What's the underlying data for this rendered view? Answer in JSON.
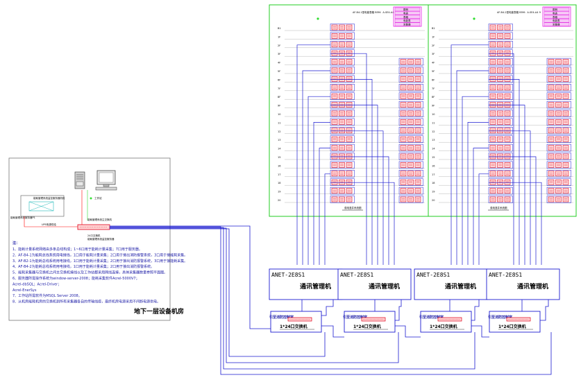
{
  "notes": {
    "heading": "注：",
    "lines": [
      "1、能耗计量系统网络由多条总线构成；1~6口用于能耗计量采集；7口用于服务器。",
      "2、AF-B4-1为能耗总线系统用电接线，1口用于能耗计量采集；2口用于接出消防报警系统，3口用于接能耗采集。",
      "3、AF-B2-1为能耗总线系统用电接线，1口用于能耗计量采集；2口用于接出消防报警系统，3口用于接能耗采集。",
      "4、AF-B4-2为能耗总线系统用电接线，1口用于能耗计量采集；2口用于接出消防报警系统。",
      "5、能耗采集器与交换机之间主交换机接线以及工作站都采用网线连接，具体采集器数量参照平面图。",
      "6、服务器所需操作系统为window-server-2008；能耗采集软件Acrel-5000V7；",
      "Acrel-dbSQL；Acrel-Driver；",
      "Acrel-EnerSys",
      "7、工作站所需软件为MSQL Server 2008。",
      "8、从机房能耗机房的交换机到所有采集器各自的传输线缆，最终机房电源采用不间断电源供电。"
    ]
  },
  "room_caption": "地下一层设备机房",
  "server_caption": "工作站",
  "workstation_caption": "能耗管理系统监控服务",
  "monitor_caption": "能耗管理系统监控服务器",
  "switch_caption": "24口交换机",
  "switch_caption2": "能耗管理系统主交换机",
  "router_tag": "UPS电源供给",
  "left_tag1": "能耗管理系统监控服务器机柜",
  "left_tag2": "能耗管理系统服务器P1",
  "gateways": [
    {
      "model": "ANET-2E8S1",
      "name": "通讯管理机"
    },
    {
      "model": "ANET-2E8S1",
      "name": "通讯管理机"
    },
    {
      "model": "ANET-2E8S1",
      "name": "通讯管理机"
    },
    {
      "model": "ANET-2E8S1",
      "name": "通讯管理机"
    }
  ],
  "switches": [
    {
      "tag": "引至消防控制室",
      "label": "1*24口交换机"
    },
    {
      "tag": "引至消防控制室",
      "label": "1*24口交换机"
    },
    {
      "tag": "引至消防控制室",
      "label": "1*24口交换机"
    },
    {
      "tag": "引至消防控制室",
      "label": "1*24口交换机"
    }
  ],
  "panels": [
    {
      "caption": "强电竖井系统图",
      "title_note": "AF-B4-1型电能表箱 B5M：A-SE4-A4 9"
    },
    {
      "caption": "强电竖井系统图",
      "title_note": "AF-B4-2型电能表箱 B5M：A-SE4-A4 9"
    }
  ],
  "floors": [
    "B1",
    "1F",
    "2F",
    "3F",
    "4F",
    "5F",
    "6F",
    "7F",
    "8F",
    "9F",
    "10",
    "11",
    "12",
    "13",
    "14",
    "15",
    "16",
    "17",
    "18",
    "19",
    "20"
  ],
  "legend": [
    "图例",
    "电表",
    "表箱",
    "电能表",
    "采集器"
  ],
  "colors": {
    "bus_line": "#1a1ad0",
    "meter_red": "#e0001a",
    "frame_green": "#22cc22",
    "legend_magenta": "#e000e0",
    "green_dot": "#33dd33",
    "link_red": "#ff0000",
    "frame_black": "#333333"
  },
  "icons": [
    "server-tower-icon",
    "monitor-icon",
    "switch-icon",
    "meter-icon"
  ]
}
